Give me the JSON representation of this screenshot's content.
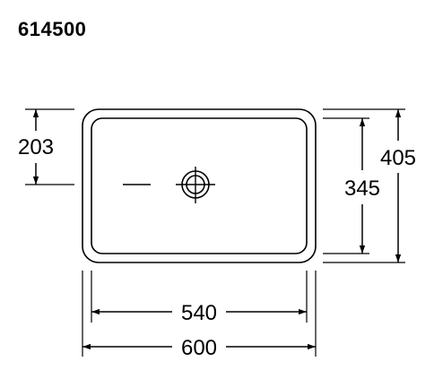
{
  "model_number": "614500",
  "dimensions": {
    "inner_width": "540",
    "outer_width": "600",
    "inner_depth": "345",
    "outer_depth": "405",
    "drain_offset": "203"
  }
}
